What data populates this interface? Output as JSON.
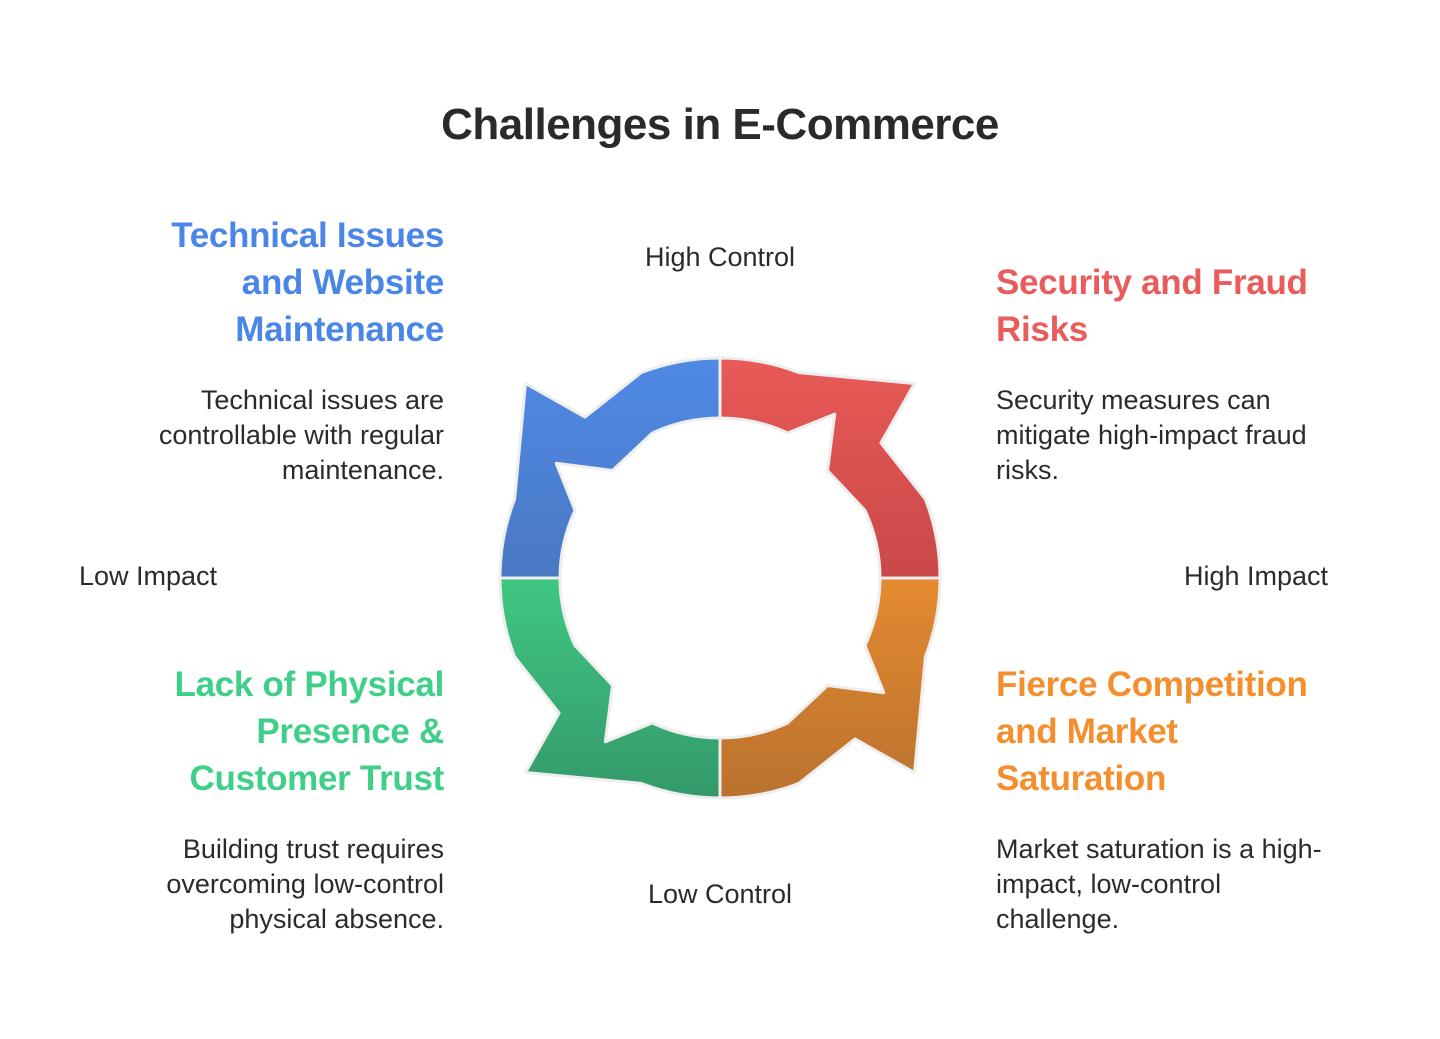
{
  "title": "Challenges in E-Commerce",
  "axes": {
    "top": "High Control",
    "bottom": "Low Control",
    "left": "Low Impact",
    "right": "High Impact"
  },
  "quadrants": {
    "top_left": {
      "heading_lines": [
        "Technical Issues",
        "and Website",
        "Maintenance"
      ],
      "desc_lines": [
        "Technical issues are",
        "controllable with regular",
        "maintenance."
      ],
      "color": "#4a86e8"
    },
    "top_right": {
      "heading_lines": [
        "Security and Fraud",
        "Risks"
      ],
      "desc_lines": [
        "Security measures can",
        "mitigate high-impact fraud",
        "risks."
      ],
      "color": "#ea5b5b"
    },
    "bottom_left": {
      "heading_lines": [
        "Lack of Physical",
        "Presence &",
        "Customer Trust"
      ],
      "desc_lines": [
        "Building trust requires",
        "overcoming low-control",
        "physical absence."
      ],
      "color": "#3fcf88"
    },
    "bottom_right": {
      "heading_lines": [
        "Fierce Competition",
        "and Market",
        "Saturation"
      ],
      "desc_lines": [
        "Market saturation is a high-",
        "impact, low-control",
        "challenge."
      ],
      "color": "#f58f2e"
    }
  },
  "segment_colors": {
    "top_left": [
      "#4f8ae6",
      "#4a78c4"
    ],
    "top_right": [
      "#e85a57",
      "#c94848"
    ],
    "bottom_left": [
      "#3fc882",
      "#34996a"
    ],
    "bottom_right": [
      "#e58a30",
      "#b9722e"
    ]
  }
}
